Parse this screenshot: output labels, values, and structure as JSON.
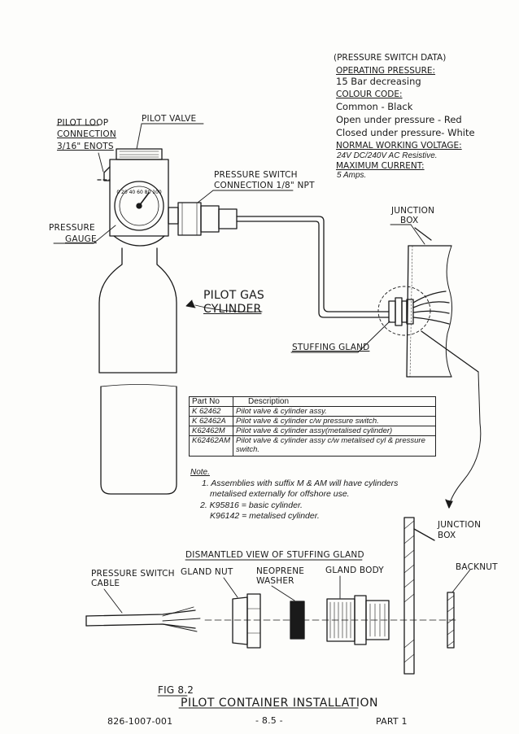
{
  "pressure_switch_data": {
    "heading": "(PRESSURE SWITCH DATA)",
    "operating_pressure_label": "OPERATING PRESSURE:",
    "operating_pressure_value": "15 Bar decreasing",
    "colour_code_label": "COLOUR CODE:",
    "colour_common": "Common - Black",
    "colour_open": "Open under pressure - Red",
    "colour_closed": "Closed under pressure- White",
    "voltage_label": "NORMAL WORKING VOLTAGE:",
    "voltage_value": "24V DC/240V AC Resistive.",
    "current_label": "MAXIMUM CURRENT:",
    "current_value": "5 Amps."
  },
  "labels": {
    "pilot_loop_1": "PILOT LOOP",
    "pilot_loop_2": "CONNECTION",
    "pilot_loop_3": "3/16\" ENOTS",
    "pilot_valve": "PILOT VALVE",
    "pressure_switch_1": "PRESSURE SWITCH",
    "pressure_switch_2": "CONNECTION 1/8\" NPT",
    "pressure_gauge_1": "PRESSURE",
    "pressure_gauge_2": "GAUGE",
    "pilot_gas_1": "PILOT GAS",
    "pilot_gas_2": "CYLINDER",
    "junction_box_1": "JUNCTION",
    "junction_box_2": "BOX",
    "stuffing_gland": "STUFFING GLAND",
    "junction_box_lower_1": "JUNCTION",
    "junction_box_lower_2": "BOX",
    "dismantled_view": "DISMANTLED VIEW OF STUFFING GLAND",
    "pressure_switch_cable_1": "PRESSURE SWITCH",
    "pressure_switch_cable_2": "CABLE",
    "gland_nut": "GLAND NUT",
    "neoprene_washer_1": "NEOPRENE",
    "neoprene_washer_2": "WASHER",
    "gland_body": "GLAND BODY",
    "backnut": "BACKNUT"
  },
  "parts_table": {
    "header_part": "Part No",
    "header_desc": "Description",
    "rows": [
      {
        "part": "K 62462",
        "desc": "Pilot valve & cylinder assy."
      },
      {
        "part": "K 62462A",
        "desc": "Pilot valve & cylinder c/w pressure switch."
      },
      {
        "part": "K62462M",
        "desc": "Pilot valve & cylinder assy(metalised cylinder)"
      },
      {
        "part": "K62462AM",
        "desc": "Pilot valve & cylinder assy c/w metalised cyl & pressure switch."
      }
    ]
  },
  "notes": {
    "title": "Note.",
    "note1_line1": "1. Assemblies with suffix M & AM will have cylinders",
    "note1_line2": "metalised externally for offshore use.",
    "note2_line1": "2. K95816 = basic cylinder.",
    "note2_line2": "K96142 = metalised cylinder."
  },
  "footer": {
    "fig": "FIG 8.2",
    "title": "PILOT CONTAINER INSTALLATION",
    "doc_number": "826-1007-001",
    "page": "- 8.5 -",
    "part": "PART 1"
  },
  "gauge_text": "0 20 40 60 80 100"
}
